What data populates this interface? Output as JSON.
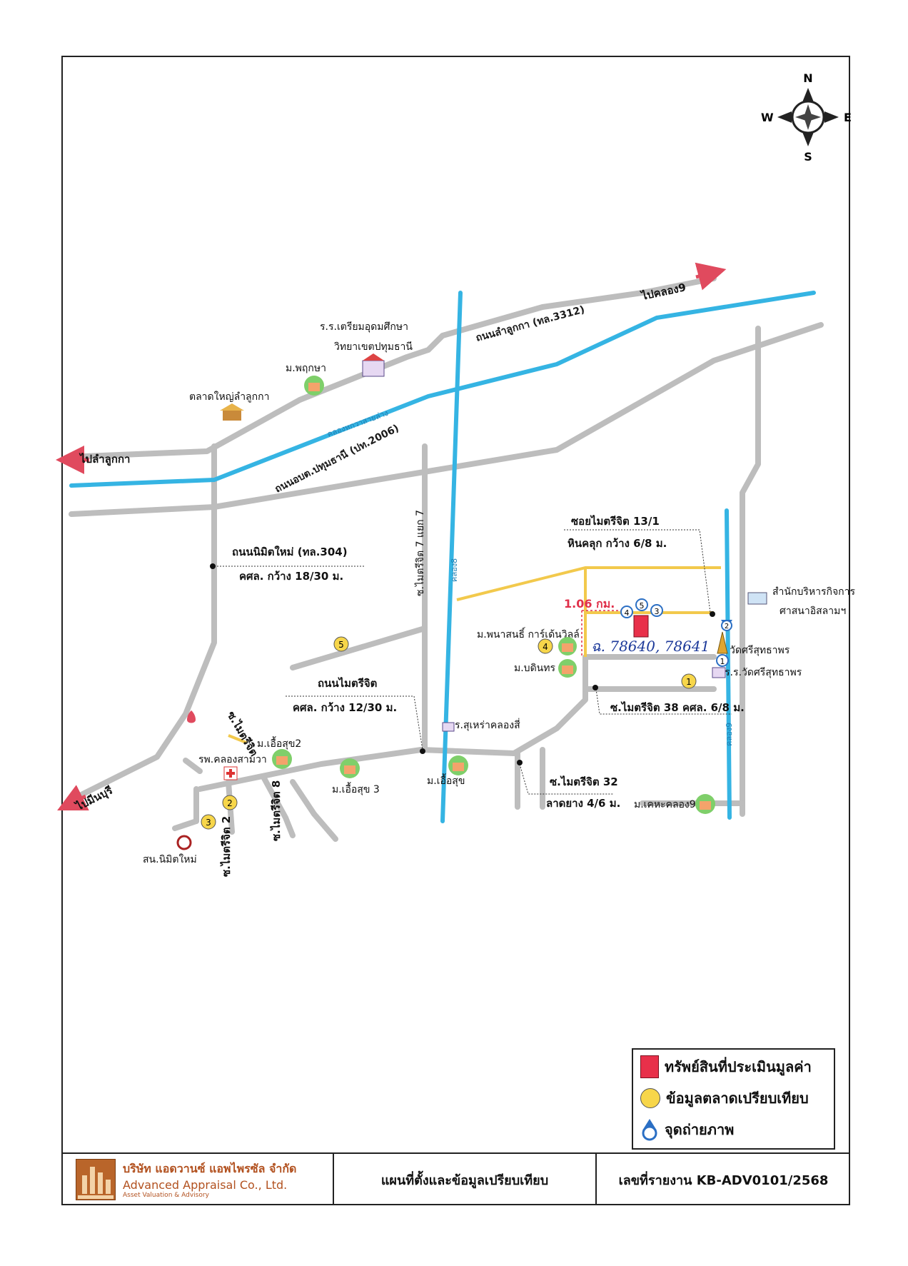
{
  "compass": {
    "n": "N",
    "s": "S",
    "e": "E",
    "w": "W"
  },
  "directions": {
    "to_lamlukka": "ไปลำลูกกา",
    "to_khlong9": "ไปคลอง9",
    "to_minburi": "ไปมีนบุรี"
  },
  "roads": {
    "lamlukka": "ถนนลำลูกกา (ทล.3312)",
    "obtor_pathum": "ถนนอบต.ปทุมธานี (ปท.2006)",
    "nimit_mai": "ถนนนิมิตใหม่ (ทล.304)",
    "nimit_mai_width": "คศล. กว้าง 18/30 ม.",
    "maitrijit": "ถนนไมตรีจิต",
    "maitrijit_width": "คศล. กว้าง 12/30 ม.",
    "soi_13_1": "ซอยไมตรีจิต 13/1",
    "soi_13_1_width": "หินคลุก กว้าง 6/8 ม.",
    "soi_7": "ซ.ไมตรีจิต 7 แยก 7",
    "soi_38": "ซ.ไมตรีจิต 38 คศล. 6/8 ม.",
    "soi_32": "ซ.ไมตรีจิต 32",
    "soi_32_width": "ลาดยาง 4/6 ม.",
    "soi_8": "ซ.ไมตรีจิต 8",
    "soi_2": "ซ.ไมตรีจิต 2",
    "soi_small": "ซ.ไมตรีจิต"
  },
  "canals": {
    "main": "คลองหกวาสายล่าง",
    "left": "คลอง8",
    "right": "คลอง9"
  },
  "places": {
    "school_triam": "ร.ร.เตรียมอุดมศึกษา",
    "school_triam2": "วิทยาเขตปทุมธานี",
    "m_pruksa": "ม.พฤกษา",
    "market": "ตลาดใหญ่ลำลูกกา",
    "islamic_office": "สำนักบริหารกิจการ",
    "islamic_office2": "ศาสนาอิสลามฯ",
    "m_panasanti": "ม.พนาสนธิ์ การ์เด้นวิลล์",
    "m_bodin": "ม.บดินทร",
    "wat": "วัดศรีสุทธาพร",
    "school_wat": "ร.ร.วัดศรีสุทธาพร",
    "school_sukprao": "ร.ร.สุเหร่าคลองสี่",
    "m_auasuk": "ม.เอื้อสุข",
    "m_auasuk2": "ม.เอื้อสุข2",
    "m_auasuk3": "ม.เอื้อสุข 3",
    "m_dekha": "ม.เคหะคลอง9",
    "hospital": "รพ.คลองสามวา",
    "police": "สน.นิมิตใหม่"
  },
  "distance": "1.06 กม.",
  "deed_note": "ฉ. 78640, 78641",
  "markers": {
    "m1": "1",
    "m2": "2",
    "m3": "3",
    "m4": "4",
    "m5": "5"
  },
  "legend": {
    "subject": "ทรัพย์สินที่ประเมินมูลค่า",
    "comparable": "ข้อมูลตลาดเปรียบเทียบ",
    "photo": "จุดถ่ายภาพ"
  },
  "colors": {
    "road": "#bdbdbd",
    "canal": "#35b4e3",
    "soi": "#f2c94c",
    "subject": "#e8304a",
    "comparable": "#f7d64a",
    "photo": "#2b6fc4",
    "arrow": "#e04a5e",
    "distance": "#e0304a"
  },
  "footer": {
    "company_th": "บริษัท แอดวานซ์ แอพไพรซัล จำกัด",
    "company_en": "Advanced Appraisal Co., Ltd.",
    "company_sub": "Asset Valuation & Advisory",
    "doc_title": "แผนที่ตั้งและข้อมูลเปรียบเทียบ",
    "report_no": "เลขที่รายงาน KB-ADV0101/2568"
  }
}
